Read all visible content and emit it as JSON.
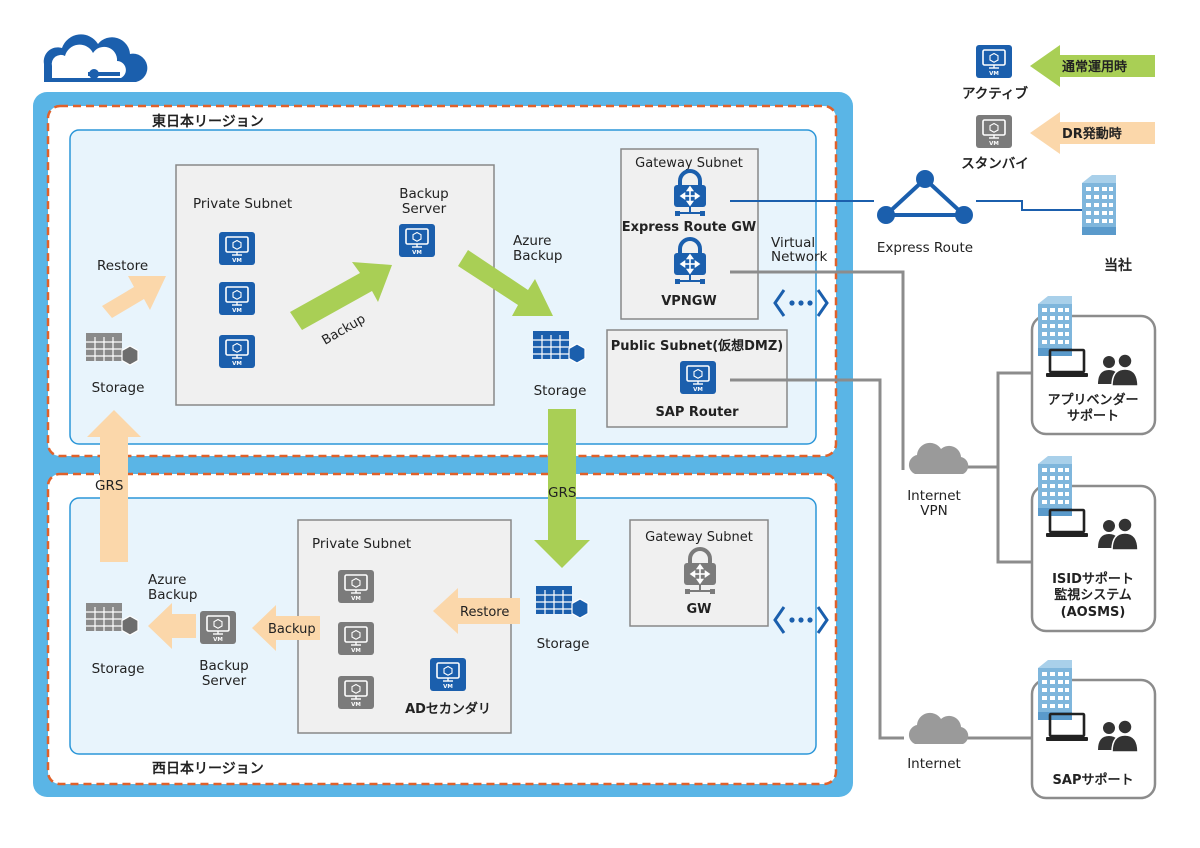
{
  "east": {
    "region_label": "東日本リージョン",
    "private_subnet": "Private Subnet",
    "backup_server": [
      "Backup",
      "Server"
    ],
    "azure_backup": [
      "Azure",
      "Backup"
    ],
    "restore": "Restore",
    "backup": "Backup",
    "storage_left": "Storage",
    "storage_right": "Storage",
    "gateway_subnet": "Gateway Subnet",
    "express_route_gw": "Express Route GW",
    "vpngw": "VPNGW",
    "virtual_network": [
      "Virtual",
      "Network"
    ],
    "public_subnet": "Public Subnet(仮想DMZ)",
    "sap_router": "SAP Router"
  },
  "grs_left": "GRS",
  "grs_middle": "GRS",
  "west": {
    "region_label": "西日本リージョン",
    "private_subnet": "Private Subnet",
    "restore": "Restore",
    "backup": "Backup",
    "storage_middle": "Storage",
    "storage_left": "Storage",
    "azure_backup": [
      "Azure",
      "Backup"
    ],
    "backup_server": [
      "Backup",
      "Server"
    ],
    "ad_secondary": "ADセカンダリ",
    "gateway_subnet": "Gateway Subnet",
    "gw": "GW"
  },
  "vm_label": "VM",
  "legend": {
    "active_label": "アクティブ",
    "normal_label": "通常運用時",
    "standby_label": "スタンバイ",
    "dr_label": "DR発動時"
  },
  "express_route": "Express Route",
  "company": "当社",
  "internet_vpn": [
    "Internet",
    "VPN"
  ],
  "internet": "Internet",
  "app_vendor": [
    "アプリベンダー",
    "サポート"
  ],
  "isid": [
    "ISIDサポート",
    "監視システム",
    "(AOSMS)"
  ],
  "sap_support": "SAPサポート",
  "colors": {
    "azure_blue": "#1b5fad",
    "outer_region_fill": "#5ab5e6",
    "region_border": "#e0612a",
    "vnet_fill": "#e8f4fc",
    "vnet_border": "#2b96d8",
    "subnet_fill": "#f0f0f0",
    "active_arrow": "#a9cf55",
    "standby_arrow": "#fbd7aa",
    "standby_gray": "#7b7b7b",
    "line_gray": "#8c8c8c"
  },
  "icons": [
    "azure-cloud-icon",
    "vm-icon",
    "storage-icon",
    "gateway-icon",
    "express-route-icon",
    "building-icon",
    "laptop-icon",
    "users-icon",
    "cloud-icon",
    "peering-icon"
  ]
}
